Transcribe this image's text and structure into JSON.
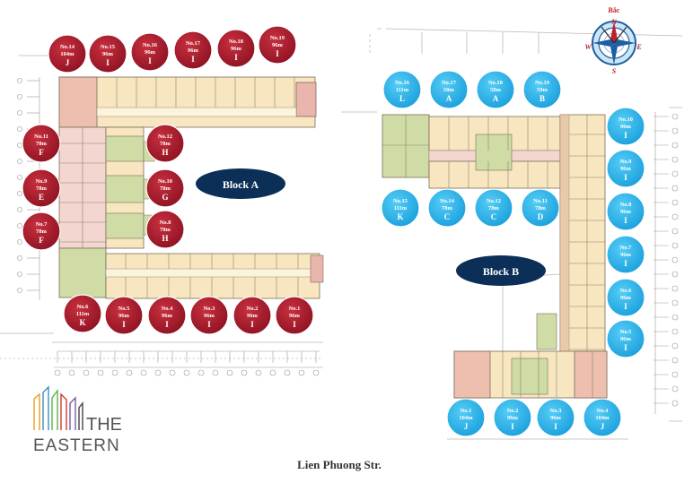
{
  "compass": {
    "north": "Bắc",
    "n": "N",
    "e": "E",
    "s": "S",
    "w": "W"
  },
  "block_a": {
    "label": "Block A",
    "units": [
      {
        "no": "No.14",
        "area": "104m",
        "type": "J"
      },
      {
        "no": "No.15",
        "area": "96m",
        "type": "I"
      },
      {
        "no": "No.16",
        "area": "96m",
        "type": "I"
      },
      {
        "no": "No.17",
        "area": "96m",
        "type": "I"
      },
      {
        "no": "No.18",
        "area": "96m",
        "type": "I"
      },
      {
        "no": "No.19",
        "area": "96m",
        "type": "I"
      },
      {
        "no": "No.11",
        "area": "78m",
        "type": "F"
      },
      {
        "no": "No.12",
        "area": "78m",
        "type": "H"
      },
      {
        "no": "No.9",
        "area": "78m",
        "type": "E"
      },
      {
        "no": "No.10",
        "area": "78m",
        "type": "G"
      },
      {
        "no": "No.7",
        "area": "78m",
        "type": "F"
      },
      {
        "no": "No.8",
        "area": "78m",
        "type": "H"
      },
      {
        "no": "No.6",
        "area": "111m",
        "type": "K"
      },
      {
        "no": "No.5",
        "area": "96m",
        "type": "I"
      },
      {
        "no": "No.4",
        "area": "96m",
        "type": "I"
      },
      {
        "no": "No.3",
        "area": "96m",
        "type": "I"
      },
      {
        "no": "No.2",
        "area": "96m",
        "type": "I"
      },
      {
        "no": "No.1",
        "area": "96m",
        "type": "I"
      }
    ]
  },
  "block_b": {
    "label": "Block B",
    "units": [
      {
        "no": "No.16",
        "area": "111m",
        "type": "L"
      },
      {
        "no": "No.17",
        "area": "58m",
        "type": "A"
      },
      {
        "no": "No.18",
        "area": "58m",
        "type": "A"
      },
      {
        "no": "No.19",
        "area": "59m",
        "type": "B"
      },
      {
        "no": "No.15",
        "area": "111m",
        "type": "K"
      },
      {
        "no": "No.14",
        "area": "78m",
        "type": "C"
      },
      {
        "no": "No.12",
        "area": "78m",
        "type": "C"
      },
      {
        "no": "No.11",
        "area": "78m",
        "type": "D"
      },
      {
        "no": "No.10",
        "area": "96m",
        "type": "I"
      },
      {
        "no": "No.9",
        "area": "96m",
        "type": "I"
      },
      {
        "no": "No.8",
        "area": "96m",
        "type": "I"
      },
      {
        "no": "No.7",
        "area": "96m",
        "type": "I"
      },
      {
        "no": "No.6",
        "area": "96m",
        "type": "I"
      },
      {
        "no": "No.5",
        "area": "96m",
        "type": "I"
      },
      {
        "no": "No.1",
        "area": "104m",
        "type": "J"
      },
      {
        "no": "No.2",
        "area": "96m",
        "type": "I"
      },
      {
        "no": "No.3",
        "area": "96m",
        "type": "I"
      },
      {
        "no": "No.4",
        "area": "104m",
        "type": "J"
      }
    ]
  },
  "logo": {
    "line1": "THE",
    "line2": "EASTERN"
  },
  "street": "Lien Phuong Str.",
  "colors": {
    "block_a_badge": "#a8192b",
    "block_b_badge": "#29b4ec",
    "label_pill": "#0c2f57",
    "unit_fill": "#f7e6bf",
    "corner_fill": "#eebfae",
    "core_fill": "#cfdca6"
  }
}
